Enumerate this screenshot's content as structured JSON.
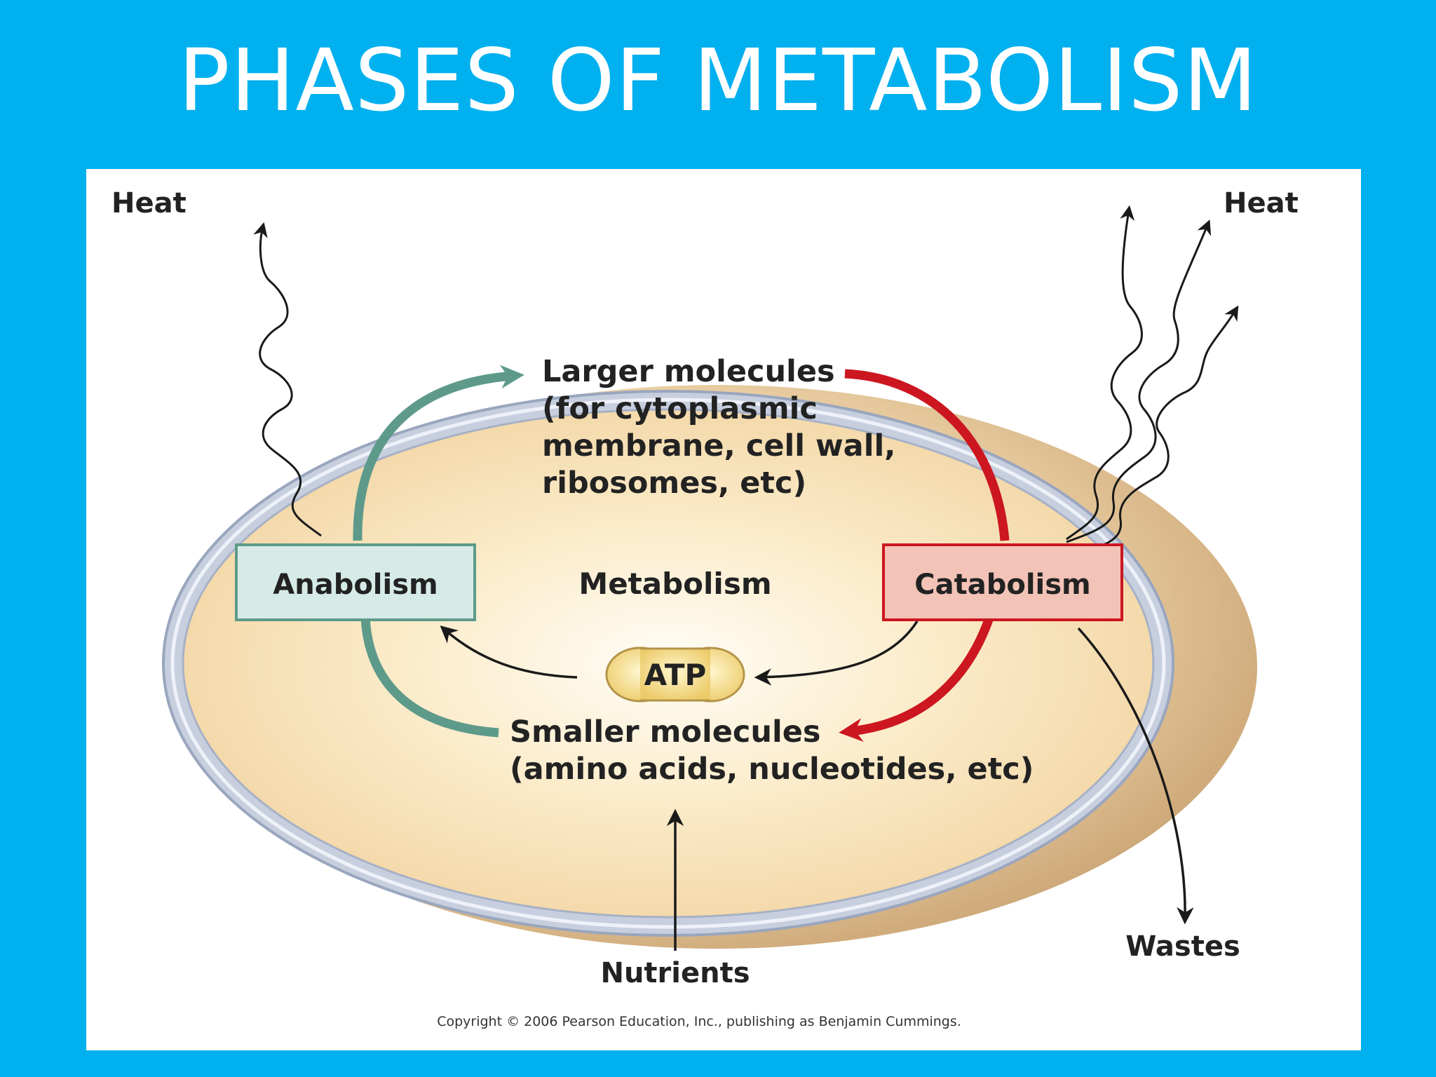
{
  "title": "PHASES OF METABOLISM",
  "diagram": {
    "heat_left": "Heat",
    "heat_right": "Heat",
    "larger_molecules": {
      "line1": "Larger molecules",
      "line2": "(for cytoplasmic",
      "line3": "membrane, cell wall,",
      "line4": "ribosomes, etc)"
    },
    "anabolism": "Anabolism",
    "metabolism": "Metabolism",
    "catabolism": "Catabolism",
    "atp": "ATP",
    "smaller_molecules": {
      "line1": "Smaller molecules",
      "line2": "(amino acids, nucleotides, etc)"
    },
    "nutrients": "Nutrients",
    "wastes": "Wastes",
    "copyright": "Copyright © 2006 Pearson Education, Inc., publishing as Benjamin Cummings."
  },
  "colors": {
    "background": "#00b0ef",
    "anabolism_arrow": "#5e9a8a",
    "catabolism_arrow": "#cc1620",
    "anabolism_box": "#d6ebe7",
    "catabolism_box": "#f2c3b6",
    "atp_fill": "#f3d784",
    "cell_fill": "#f4d9a8",
    "membrane": "#b9c3d6"
  }
}
